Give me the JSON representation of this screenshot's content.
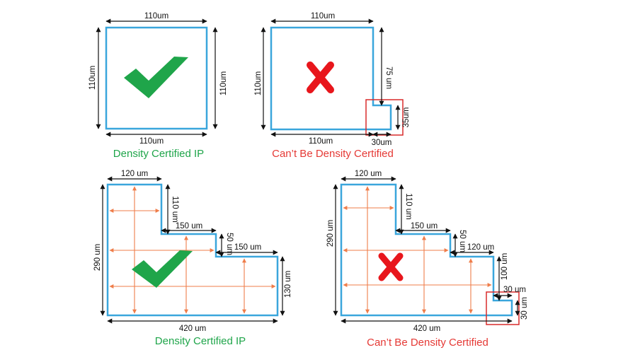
{
  "colors": {
    "outline": "#3aa6dc",
    "check": "#1fa54a",
    "cross": "#e8161c",
    "highlight_box": "#d92b2b",
    "density_arrow": "#ef7d4a",
    "dimension": "#111111",
    "caption_ok": "#1fa54a",
    "caption_bad": "#e53935"
  },
  "icons": {
    "pass": "checkmark-icon",
    "fail": "cross-icon"
  },
  "panels": {
    "top_left": {
      "dims": {
        "top": "110um",
        "left": "110um",
        "right": "110um",
        "bottom": "110um"
      },
      "caption": "Density Certified IP"
    },
    "top_right": {
      "dims": {
        "top": "110um",
        "left": "110um",
        "right": "75 um",
        "notch_height": "35um",
        "bottom": "110um",
        "notch_width": "30um"
      },
      "caption": "Can’t Be Density Certified"
    },
    "bottom_left": {
      "dims": {
        "top": "120 um",
        "step1_height": "110 um",
        "step1_width": "150 um",
        "step2_height": "50 um",
        "step2_width": "150 um",
        "left": "290 um",
        "right": "130 um",
        "bottom": "420 um"
      },
      "caption": "Density Certified IP"
    },
    "bottom_right": {
      "dims": {
        "top": "120 um",
        "step1_height": "110 um",
        "step1_width": "150 um",
        "step2_height": "50 um",
        "step2_width": "120 um",
        "right_upper": "100 um",
        "notch_width": "30 um",
        "notch_height": "30 um",
        "left": "290 um",
        "bottom": "420 um"
      },
      "caption": "Can’t Be Density Certified"
    }
  }
}
